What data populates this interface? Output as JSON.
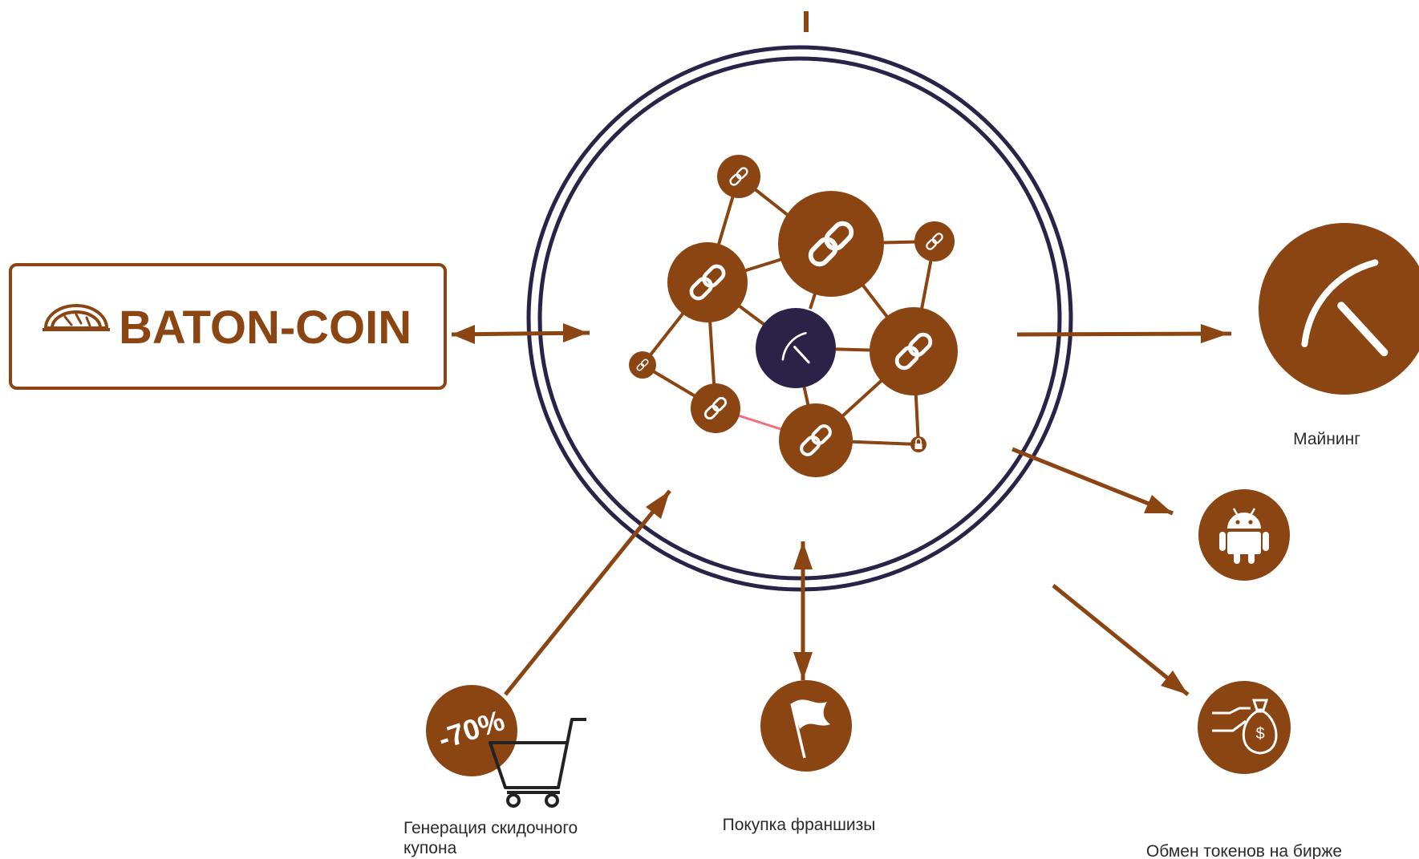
{
  "logo": {
    "text": "BATON-COIN"
  },
  "badge": {
    "discount": "-70%"
  },
  "labels": {
    "mining": "Майнинг",
    "coupon_line1": "Генерация скидочного",
    "coupon_line2": "купона",
    "franchise": "Покупка франшизы",
    "exchange": "Обмен токенов на бирже"
  },
  "colors": {
    "brown": "#8b4513",
    "navy": "#2a2347",
    "pink": "#ef6f80"
  },
  "icons": [
    "bread-logo-icon",
    "chain-link-icon",
    "pickaxe-icon",
    "lock-icon",
    "android-icon",
    "money-bag-icon",
    "flag-icon",
    "shopping-cart-icon"
  ]
}
